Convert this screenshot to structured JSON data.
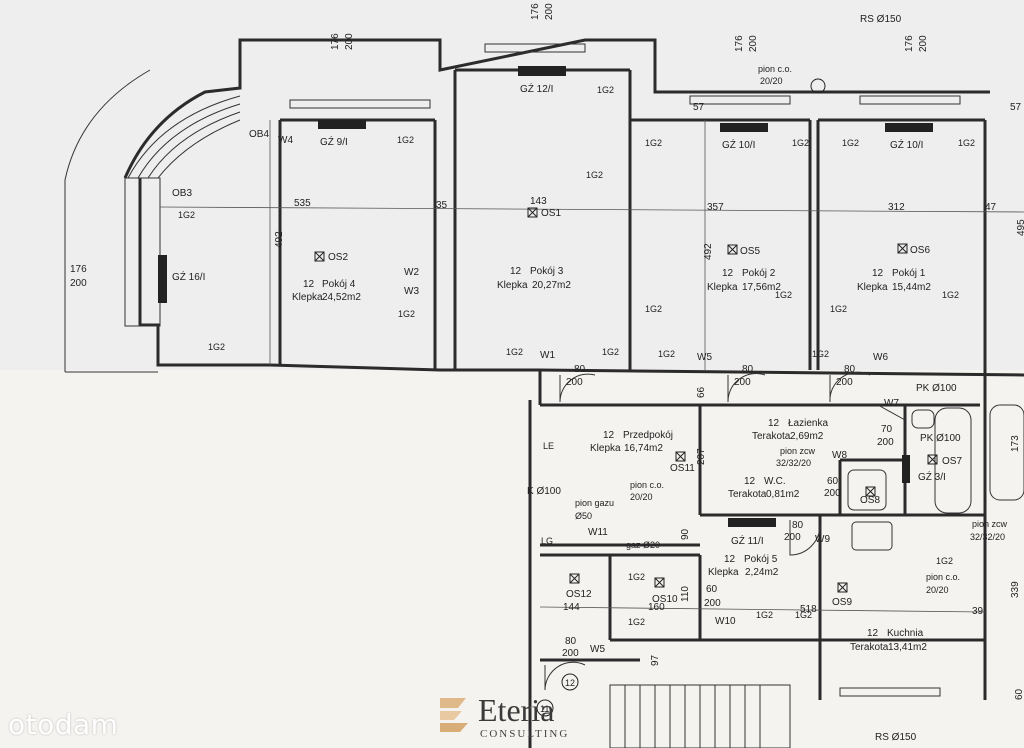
{
  "rooms": [
    {
      "id": "pokoj4",
      "name": "Pokój 4",
      "num": "12",
      "floor": "Klepka",
      "area": "24,52m2",
      "os": "OS2"
    },
    {
      "id": "pokoj3",
      "name": "Pokój 3",
      "num": "12",
      "floor": "Klepka",
      "area": "20,27m2",
      "os": "OS1"
    },
    {
      "id": "pokoj2",
      "name": "Pokój 2",
      "num": "12",
      "floor": "Klepka",
      "area": "17,56m2",
      "os": "OS5"
    },
    {
      "id": "pokoj1",
      "name": "Pokój 1",
      "num": "12",
      "floor": "Klepka",
      "area": "15,44m2",
      "os": "OS6"
    },
    {
      "id": "przedpokoj",
      "name": "Przedpokój",
      "num": "12",
      "floor": "Klepka",
      "area": "16,74m2",
      "os": "OS11"
    },
    {
      "id": "lazienka",
      "name": "Łazienka",
      "num": "12",
      "floor": "Terakota",
      "area": "2,69m2",
      "os": "OS7"
    },
    {
      "id": "wc",
      "name": "W.C.",
      "num": "12",
      "floor": "Terakota",
      "area": "0,81m2",
      "os": "OS8"
    },
    {
      "id": "pokoj5",
      "name": "Pokój 5",
      "num": "12",
      "floor": "Klepka",
      "area": "2,24m2",
      "os": "OS10"
    },
    {
      "id": "kuchnia",
      "name": "Kuchnia",
      "num": "12",
      "floor": "Terakota",
      "area": "13,41m2",
      "os": "OS9"
    }
  ],
  "labels": {
    "gz16": "GŹ 16/I",
    "gz9": "GŹ 9/I",
    "gz12": "GŹ 12/I",
    "gz10a": "GŹ 10/I",
    "gz10b": "GŹ 10/I",
    "gz11": "GŹ 11/I",
    "gz3": "GŹ 3/I",
    "ob3": "OB3",
    "ob4": "OB4",
    "os12": "OS12",
    "w1": "W1",
    "w2": "W2",
    "w3": "W3",
    "w4": "W4",
    "w5a": "W5",
    "w5b": "W5",
    "w6": "W6",
    "w7": "W7",
    "w8": "W8",
    "w9": "W9",
    "w10": "W10",
    "w11": "W11",
    "rs_top": "RS Ø150",
    "rs_bot": "RS Ø150",
    "pk100a": "PK Ø100",
    "pk100b": "PK Ø100",
    "k100": "K Ø100",
    "pion_co_top_a": "pion c.o.",
    "pion_co_top_b": "20/20",
    "pion_co_mid_a": "pion c.o.",
    "pion_co_mid_b": "20/20",
    "pion_co_right_a": "pion c.o.",
    "pion_co_right_b": "20/20",
    "pion_gazu_a": "pion gazu",
    "pion_gazu_b": "Ø50",
    "pion_zcw_a": "pion zcw",
    "pion_zcw_b": "32/32/20",
    "pion_zcw2_a": "pion zcw",
    "pion_zcw2_b": "32/32/20",
    "gaz20": "gaz Ø20",
    "le": "LE",
    "lg": "LG",
    "n12": "12",
    "n11": "11",
    "g": "1G2"
  },
  "dims": {
    "d535": "535",
    "d35": "35",
    "d143": "143",
    "d357": "357",
    "d312": "312",
    "d47": "47",
    "d492a": "492",
    "d492b": "492",
    "d495": "495",
    "d176a": "176",
    "d200a": "200",
    "d176b": "176",
    "d200b": "200",
    "d176c": "176",
    "d200c": "200",
    "d176d": "176",
    "d200d": "200",
    "d176e": "176",
    "d200e": "200",
    "d57a": "57",
    "d57b": "57",
    "d80a": "80",
    "d200f": "200",
    "d80b": "80",
    "d200g": "200",
    "d80c": "80",
    "d200h": "200",
    "d80d": "80",
    "d200i": "200",
    "d80e": "80",
    "d200j": "200",
    "d70": "70",
    "d200k": "200",
    "d60a": "60",
    "d200l": "200",
    "d60b": "60",
    "d200m": "200",
    "d66": "66",
    "d207": "207",
    "d90": "90",
    "d144": "144",
    "d160": "160",
    "d110": "110",
    "d518": "518",
    "d39": "39",
    "d173": "173",
    "d339": "339",
    "d97": "97",
    "d60c": "60"
  },
  "watermark": "otodam",
  "brand": {
    "name": "Eteria",
    "sub": "CONSULTING"
  }
}
